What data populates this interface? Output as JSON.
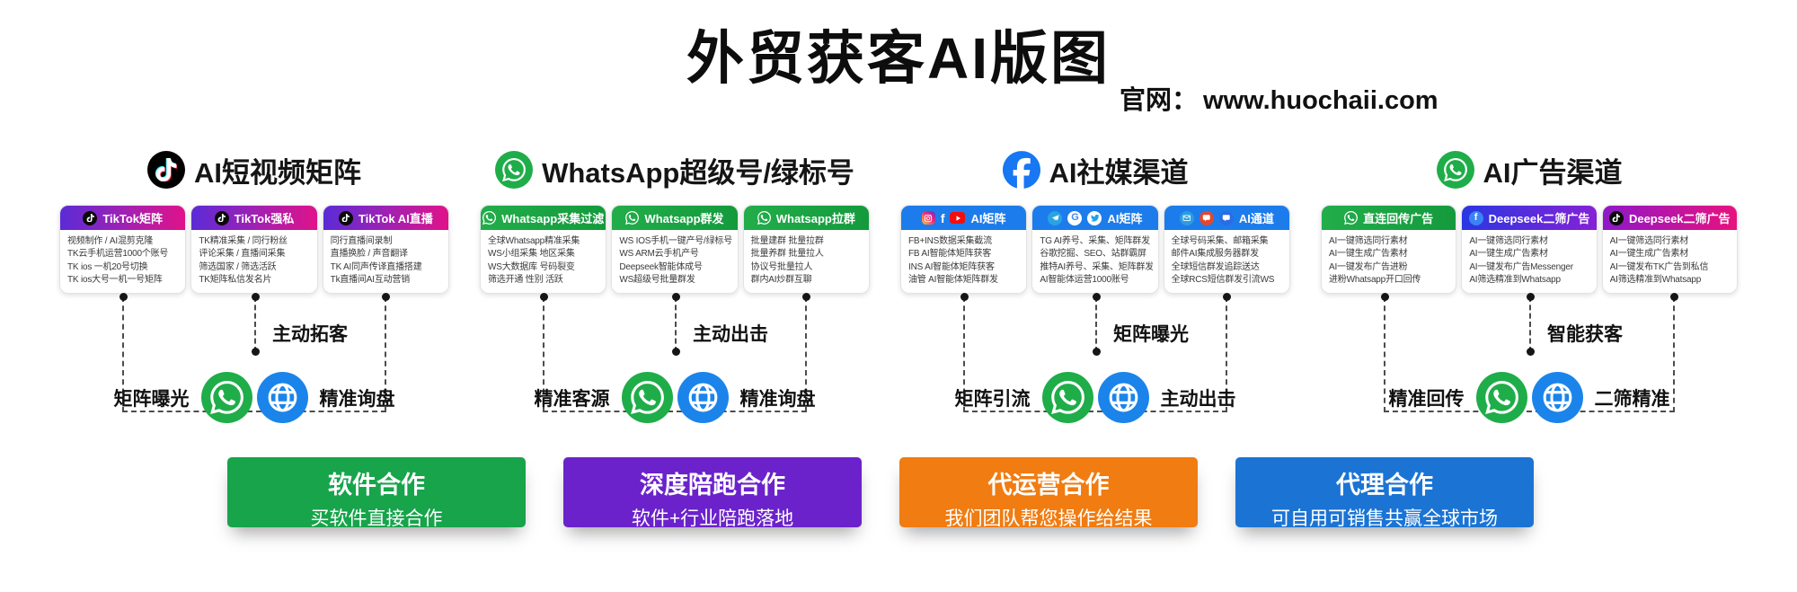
{
  "page": {
    "title": "外贸获客AI版图",
    "website_label": "官网：",
    "website_url": "www.huochaii.com"
  },
  "colors": {
    "tiktok_gradient": [
      "#5b2bd6",
      "#e01289"
    ],
    "whatsapp_green": "#1fad49",
    "facebook_blue": "#1877f2",
    "channel_blue": "#1d7ceb",
    "globe_blue": "#1b84ea",
    "banner_green": "#17a44b",
    "banner_purple": "#6b22cb",
    "banner_orange": "#f07c12",
    "banner_blue": "#1b74d4"
  },
  "columns": [
    {
      "icon": "tiktok-icon",
      "title": "AI短视频矩阵",
      "cards": [
        {
          "header_icons": [
            "tiktok-icon"
          ],
          "title": "TikTok矩阵",
          "lines": [
            "视频制作 / AI混剪克隆",
            "TK云手机运营1000个账号",
            "TK ios 一机20号切换",
            "TK ios大号一机一号矩阵"
          ]
        },
        {
          "header_icons": [
            "tiktok-icon"
          ],
          "title": "TikTok强私",
          "lines": [
            "TK精准采集 / 同行粉丝",
            "评论采集 / 直播间采集",
            "筛选国家 / 筛选活跃",
            "TK矩阵私信发名片"
          ]
        },
        {
          "header_icons": [
            "tiktok-icon"
          ],
          "title": "TikTok AI直播",
          "lines": [
            "同行直播间录制",
            "直播换脸 / 声音翻译",
            "TK AI同声传译直播搭建",
            "Tk直播间AI互动营销"
          ]
        }
      ],
      "mid_label": "主动拓客",
      "left_label": "矩阵曝光",
      "right_label": "精准询盘"
    },
    {
      "icon": "whatsapp-icon",
      "title": "WhatsApp超级号/绿标号",
      "cards": [
        {
          "header_icons": [
            "whatsapp-icon"
          ],
          "title": "Whatsapp采集过滤",
          "lines": [
            "全球Whatsapp精准采集",
            "WS小组采集 地区采集",
            "WS大数据库 号码裂变",
            "筛选开通 性别 活跃"
          ]
        },
        {
          "header_icons": [
            "whatsapp-icon"
          ],
          "title": "Whatsapp群发",
          "lines": [
            "WS IOS手机一键产号/绿标号",
            "WS ARM云手机产号",
            "Deepseek智能体成号",
            "WS超级号批量群发"
          ]
        },
        {
          "header_icons": [
            "whatsapp-icon"
          ],
          "title": "Whatsapp拉群",
          "lines": [
            "批量建群 批量拉群",
            "批量养群 批量拉人",
            "协议号批量拉人",
            "群内AI炒群互聊"
          ]
        }
      ],
      "mid_label": "主动出击",
      "left_label": "精准客源",
      "right_label": "精准询盘"
    },
    {
      "icon": "facebook-icon",
      "title": "AI社媒渠道",
      "cards": [
        {
          "header_icons": [
            "instagram-icon",
            "facebook-icon",
            "youtube-icon"
          ],
          "title": "AI矩阵",
          "lines": [
            "FB+INS数据采集截流",
            "FB AI智能体矩阵获客",
            "INS AI智能体矩阵获客",
            "油管 AI智能体矩阵群发"
          ]
        },
        {
          "header_icons": [
            "telegram-icon",
            "google-icon",
            "twitter-icon"
          ],
          "title": "AI矩阵",
          "lines": [
            "TG AI养号、采集、矩阵群发",
            "谷歌挖掘、SEO、站群霸屏",
            "推特AI养号、采集、矩阵群发",
            "AI智能体运营1000账号"
          ]
        },
        {
          "header_icons": [
            "mail-icon",
            "sms-icon",
            "rcs-icon"
          ],
          "title": "AI通道",
          "lines": [
            "全球号码采集、邮箱采集",
            "邮件AI集成服务器群发",
            "全球短信群发追踪送达",
            "全球RCS短信群发引流WS"
          ]
        }
      ],
      "mid_label": "矩阵曝光",
      "left_label": "矩阵引流",
      "right_label": "主动出击"
    },
    {
      "icon": "whatsapp-icon",
      "title": "AI广告渠道",
      "cards": [
        {
          "header_icons": [
            "whatsapp-icon"
          ],
          "title": "直连回传广告",
          "lines": [
            "AI一键筛选同行素材",
            "AI一键生成广告素材",
            "AI一键发布广告进粉",
            "进粉Whatsapp开口回传"
          ]
        },
        {
          "header_icons": [
            "facebook-icon"
          ],
          "title": "Deepseek二筛广告",
          "lines": [
            "AI一键筛选同行素材",
            "AI一键生成广告素材",
            "AI一键发布广告Messenger",
            "AI筛选精准到Whatsapp"
          ]
        },
        {
          "header_icons": [
            "tiktok-icon"
          ],
          "title": "Deepseek二筛广告",
          "lines": [
            "AI一键筛选同行素材",
            "AI一键生成广告素材",
            "AI一键发布TK广告到私信",
            "AI筛选精准到Whatsapp"
          ]
        }
      ],
      "mid_label": "智能获客",
      "left_label": "精准回传",
      "right_label": "二筛精准"
    }
  ],
  "banners": [
    {
      "title": "软件合作",
      "subtitle": "买软件直接合作",
      "color": "#17a44b"
    },
    {
      "title": "深度陪跑合作",
      "subtitle": "软件+行业陪跑落地",
      "color": "#6b22cb"
    },
    {
      "title": "代运营合作",
      "subtitle": "我们团队帮您操作给结果",
      "color": "#f07c12"
    },
    {
      "title": "代理合作",
      "subtitle": "可自用可销售共赢全球市场",
      "color": "#1b74d4"
    }
  ]
}
